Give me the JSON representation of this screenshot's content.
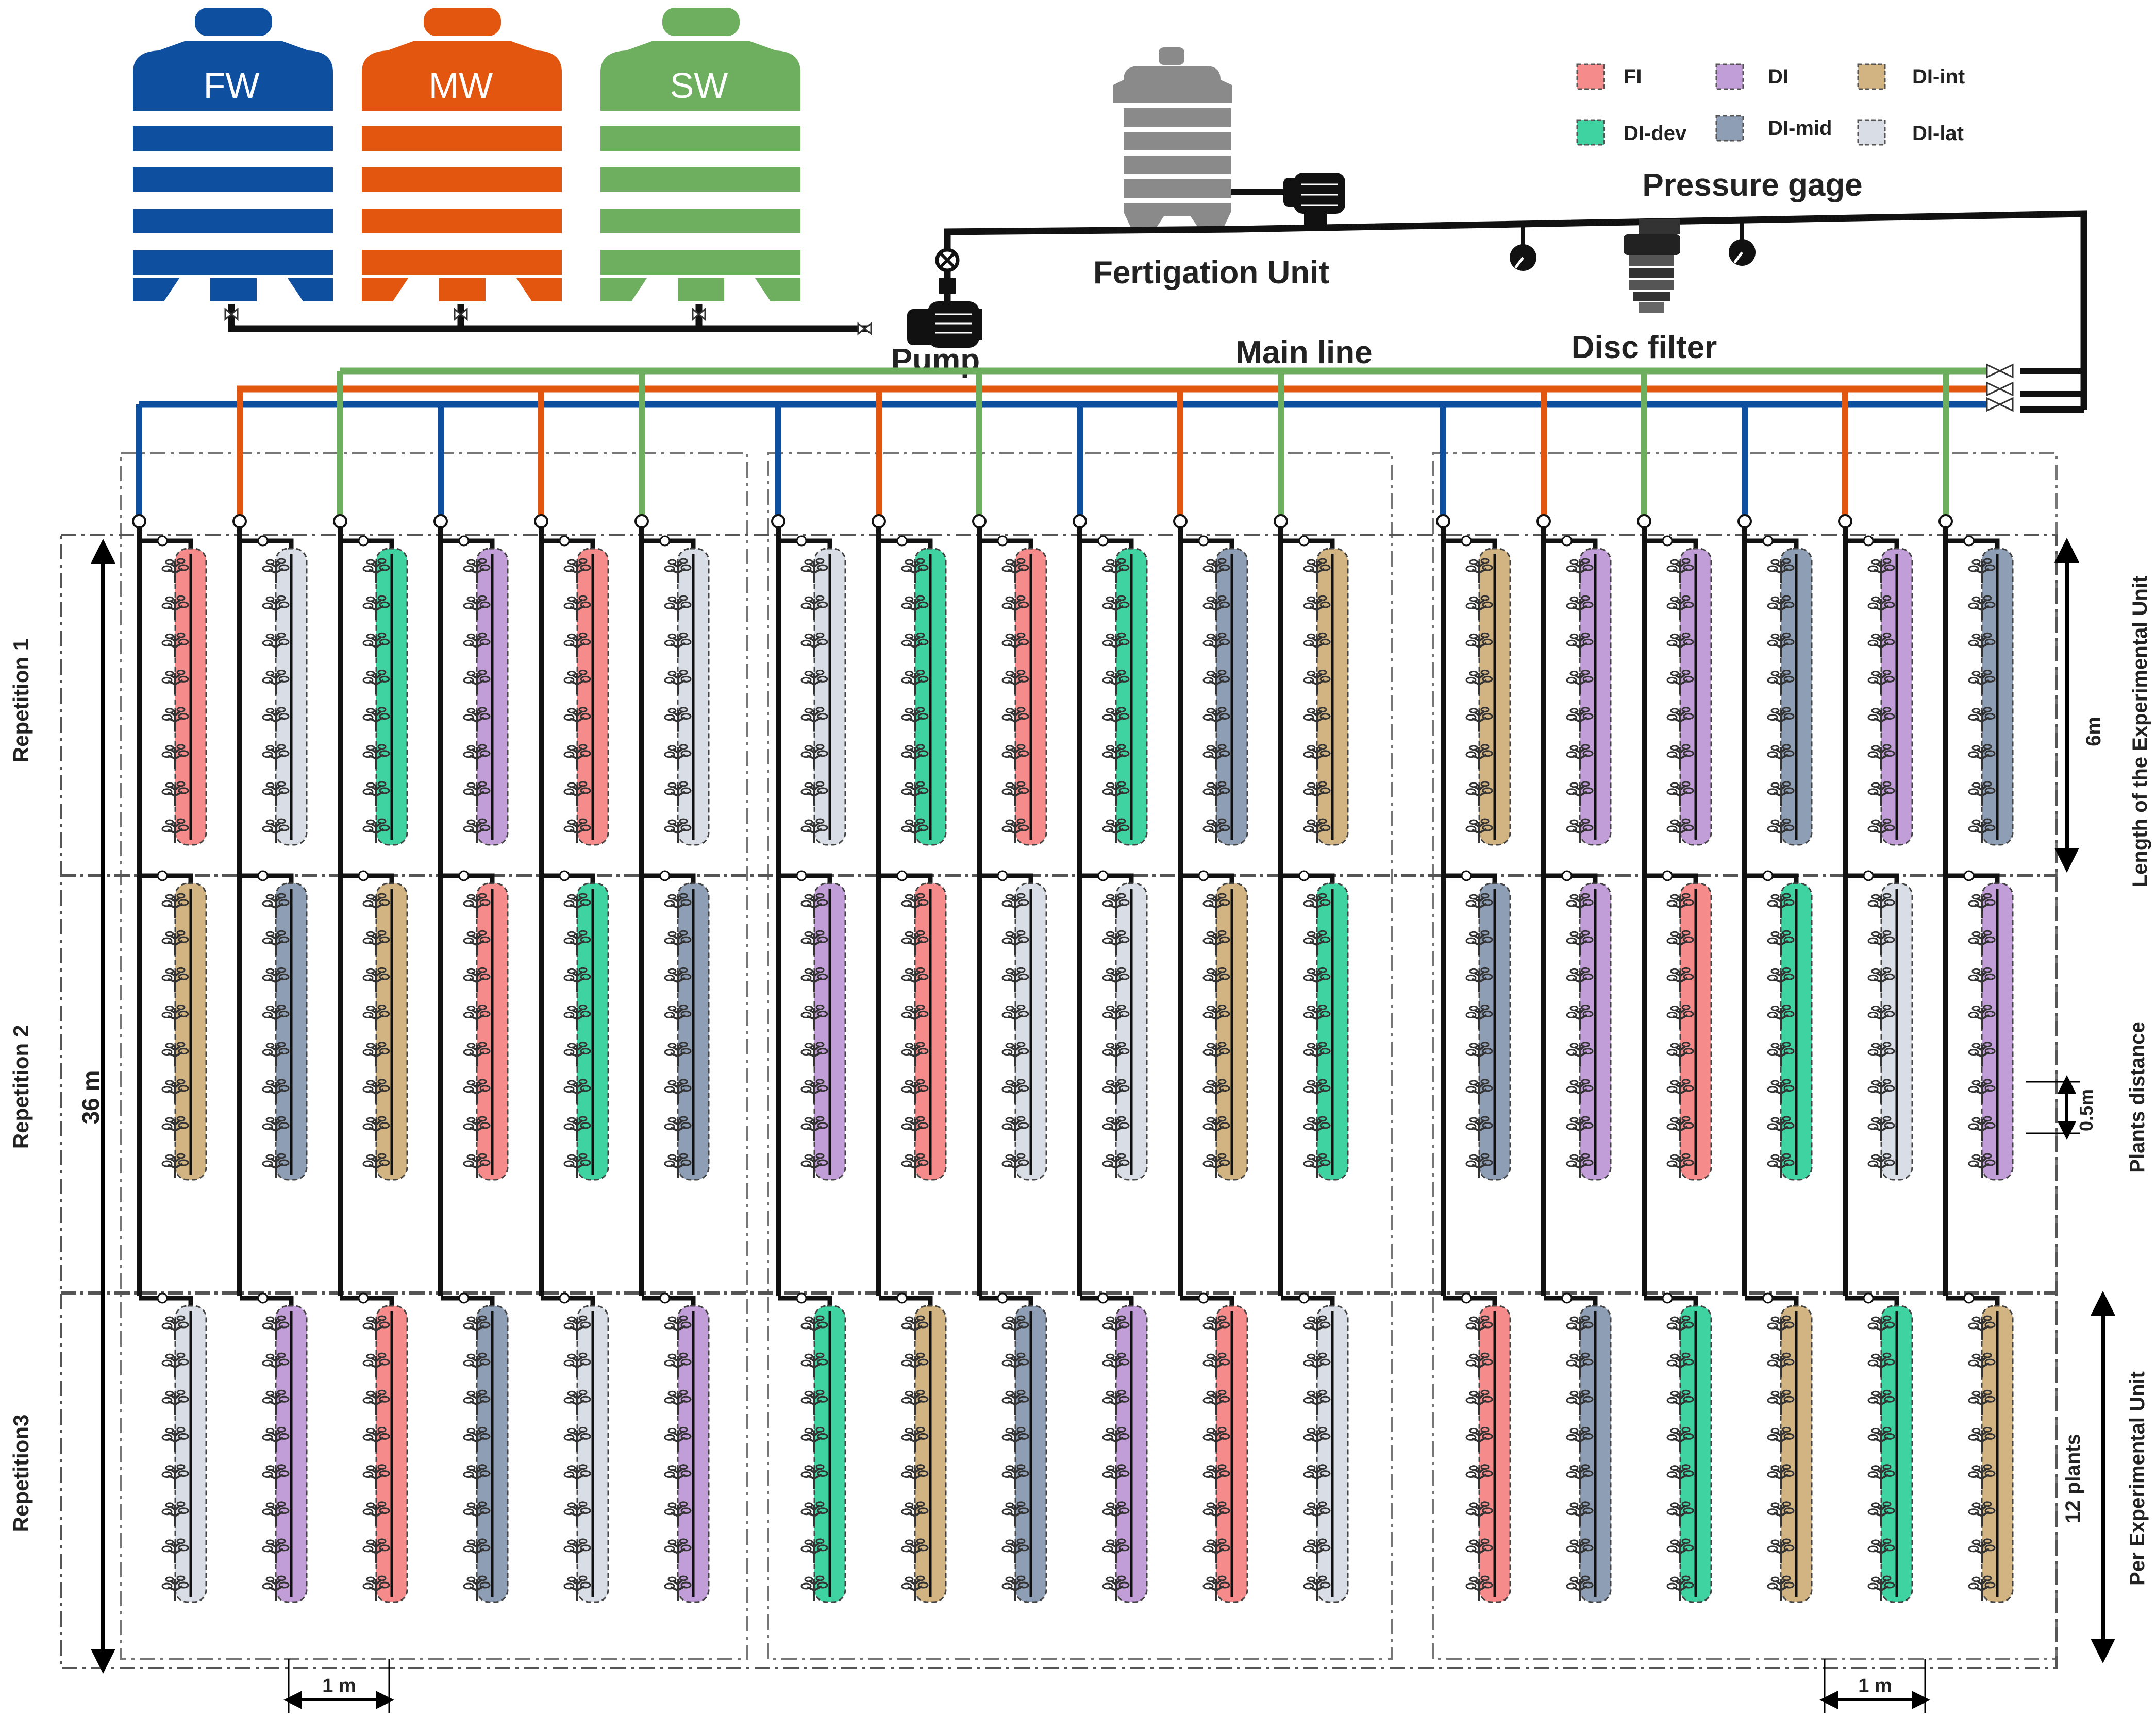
{
  "tanks": [
    {
      "label": "FW",
      "color": "#0F4FA0"
    },
    {
      "label": "MW",
      "color": "#E2560F"
    },
    {
      "label": "SW",
      "color": "#6DAE5F"
    }
  ],
  "labels": {
    "fertigation_unit": "Fertigation Unit",
    "pump": "Pump",
    "main_line": "Main line",
    "disc_filter": "Disc filter",
    "pressure_gage": "Pressure gage",
    "repetition_1": "Repetition 1",
    "repetition_2": "Repetition 2",
    "repetition_3": "Repetition3",
    "field_length": "36 m",
    "unit_length": "6m",
    "unit_length_caption": "Length of the Experimental Unit",
    "plant_spacing": "0.5m",
    "plant_spacing_caption": "Plants distance",
    "plants_count": "12 plants",
    "plants_count_caption": "Per Experimental Unit",
    "row_spacing_left": "1 m",
    "row_spacing_right": "1 m"
  },
  "legend": [
    {
      "code": "FI",
      "label": "FI",
      "color": "#F58B8B"
    },
    {
      "code": "DI",
      "label": "DI",
      "color": "#C29ED8"
    },
    {
      "code": "DI-int",
      "label": "DI-int",
      "color": "#D2B483"
    },
    {
      "code": "DI-dev",
      "label": "DI-dev",
      "color": "#3ED3A1"
    },
    {
      "code": "DI-mid",
      "label": "DI-mid",
      "color": "#8E9EB5"
    },
    {
      "code": "DI-lat",
      "label": "DI-lat",
      "color": "#D9DEE6"
    }
  ],
  "colors": {
    "FI": "#F58B8B",
    "DI": "#C29ED8",
    "DI-int": "#D2B483",
    "DI-dev": "#3ED3A1",
    "DI-mid": "#8E9EB5",
    "DI-lat": "#D9DEE6",
    "fertigation_tank": "#8A8A8A",
    "pipe": "#111111"
  },
  "layout": {
    "pipe_order": [
      "FW",
      "MW",
      "SW",
      "FW",
      "MW",
      "SW"
    ],
    "plants_per_unit": 12,
    "treatments": [
      [
        "FI",
        "DI-lat",
        "DI-dev",
        "DI",
        "FI",
        "DI-lat",
        "DI-lat",
        "DI-dev",
        "FI",
        "DI-dev",
        "DI-mid",
        "DI-int",
        "DI-int",
        "DI",
        "DI",
        "DI-mid",
        "DI",
        "DI-mid"
      ],
      [
        "DI-int",
        "DI-mid",
        "DI-int",
        "FI",
        "DI-dev",
        "DI-mid",
        "DI",
        "FI",
        "DI-lat",
        "DI-lat",
        "DI-int",
        "DI-dev",
        "DI-mid",
        "DI",
        "FI",
        "DI-dev",
        "DI-lat",
        "DI"
      ],
      [
        "DI-lat",
        "DI",
        "FI",
        "DI-mid",
        "DI-lat",
        "DI",
        "DI-dev",
        "DI-int",
        "DI-mid",
        "DI",
        "FI",
        "DI-lat",
        "FI",
        "DI-mid",
        "DI-dev",
        "DI-int",
        "DI-dev",
        "DI-int"
      ]
    ]
  }
}
